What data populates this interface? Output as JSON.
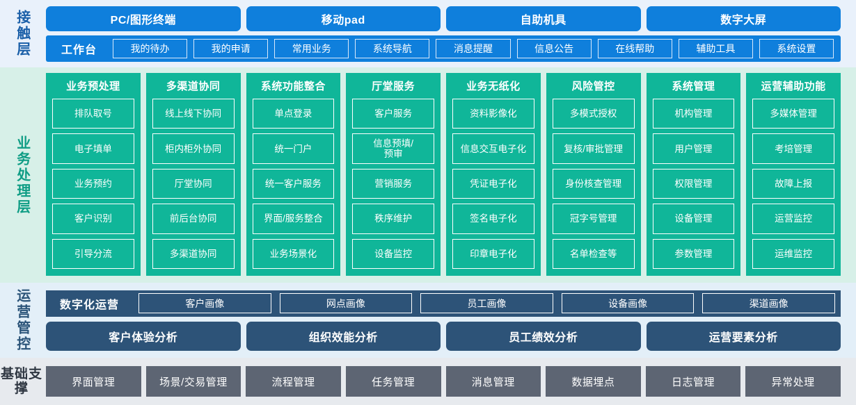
{
  "colors": {
    "contact_blue": "#0f7fdc",
    "contact_bg": "#e9f1fb",
    "business_teal": "#10b699",
    "business_bg": "#d7f0e8",
    "ops_navy": "#2d5378",
    "ops_bg": "#e3eff8",
    "base_gray": "#5d6573",
    "base_bg": "#e7eaee"
  },
  "layers": {
    "contact": {
      "label": "接触层",
      "channels": [
        "PC/图形终端",
        "移动pad",
        "自助机具",
        "数字大屏"
      ],
      "workbench_title": "工作台",
      "workbench_items": [
        "我的待办",
        "我的申请",
        "常用业务",
        "系统导航",
        "消息提醒",
        "信息公告",
        "在线帮助",
        "辅助工具",
        "系统设置"
      ]
    },
    "business": {
      "label": "业务处理层",
      "columns": [
        {
          "title": "业务预处理",
          "items": [
            "排队取号",
            "电子填单",
            "业务预约",
            "客户识别",
            "引导分流"
          ]
        },
        {
          "title": "多渠道协同",
          "items": [
            "线上线下协同",
            "柜内柜外协同",
            "厅堂协同",
            "前后台协同",
            "多渠道协同"
          ]
        },
        {
          "title": "系统功能整合",
          "items": [
            "单点登录",
            "统一门户",
            "统一客户服务",
            "界面/服务整合",
            "业务场景化"
          ]
        },
        {
          "title": "厅堂服务",
          "items": [
            "客户服务",
            "信息预填/\n预审",
            "营销服务",
            "秩序维护",
            "设备监控"
          ]
        },
        {
          "title": "业务无纸化",
          "items": [
            "资料影像化",
            "信息交互电子化",
            "凭证电子化",
            "签名电子化",
            "印章电子化"
          ]
        },
        {
          "title": "风险管控",
          "items": [
            "多模式授权",
            "复核/审批管理",
            "身份核查管理",
            "冠字号管理",
            "名单检查等"
          ]
        },
        {
          "title": "系统管理",
          "items": [
            "机构管理",
            "用户管理",
            "权限管理",
            "设备管理",
            "参数管理"
          ]
        },
        {
          "title": "运营辅助功能",
          "items": [
            "多媒体管理",
            "考培管理",
            "故障上报",
            "运营监控",
            "运维监控"
          ]
        }
      ]
    },
    "operations": {
      "label": "运营管控",
      "digital_title": "数字化运营",
      "portraits": [
        "客户画像",
        "网点画像",
        "员工画像",
        "设备画像",
        "渠道画像"
      ],
      "analytics": [
        "客户体验分析",
        "组织效能分析",
        "员工绩效分析",
        "运营要素分析"
      ]
    },
    "base": {
      "label": "基础支撑",
      "items": [
        "界面管理",
        "场景/交易管理",
        "流程管理",
        "任务管理",
        "消息管理",
        "数据埋点",
        "日志管理",
        "异常处理"
      ]
    }
  }
}
